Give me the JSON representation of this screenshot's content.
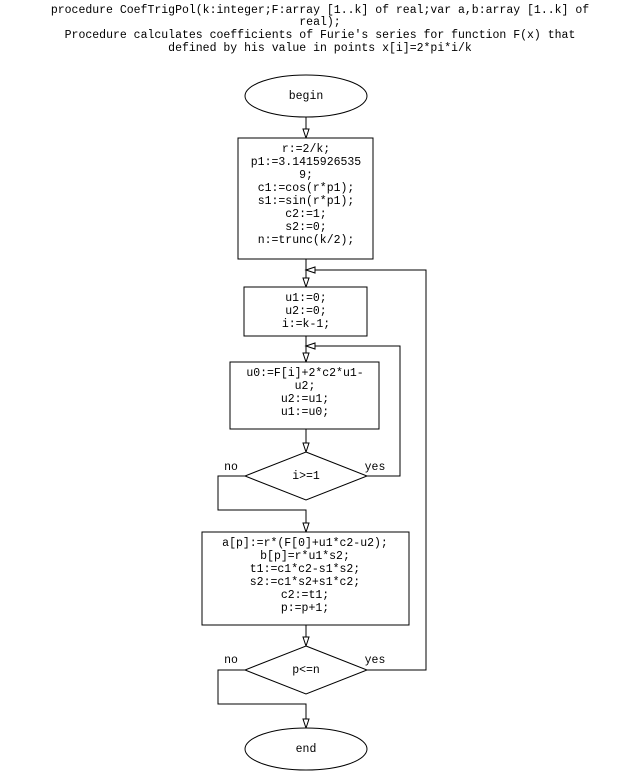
{
  "header": {
    "line1": "procedure CoefTrigPol(k:integer;F:array [1..k] of real;var a,b:array [1..k] of",
    "line2": "real);",
    "line3": "Procedure calculates coefficients of Furie's series for function F(x) that",
    "line4": "defined by his value in points x[i]=2*pi*i/k"
  },
  "nodes": {
    "begin": "begin",
    "init": [
      "r:=2/k;",
      "p1:=3.1415926535",
      "9;",
      "c1:=cos(r*p1);",
      "s1:=sin(r*p1);",
      "c2:=1;",
      "s2:=0;",
      "n:=trunc(k/2);"
    ],
    "reset": [
      "u1:=0;",
      "u2:=0;",
      "i:=k-1;"
    ],
    "recur": [
      "u0:=F[i]+2*c2*u1-",
      "u2;",
      "u2:=u1;",
      "u1:=u0;"
    ],
    "cond1": "i>=1",
    "calc": [
      "a[p]:=r*(F[0]+u1*c2-u2);",
      "b[p]=r*u1*s2;",
      "t1:=c1*c2-s1*s2;",
      "s2:=c1*s2+s1*c2;",
      "c2:=t1;",
      "p:=p+1;"
    ],
    "cond2": "p<=n",
    "end": "end"
  },
  "branch_labels": {
    "cond1_no": "no",
    "cond1_yes": "yes",
    "cond2_no": "no",
    "cond2_yes": "yes"
  }
}
